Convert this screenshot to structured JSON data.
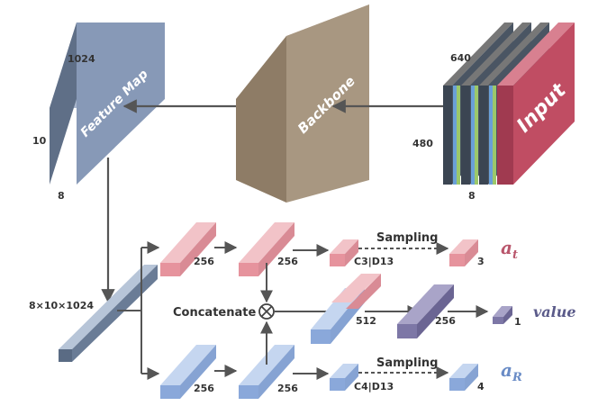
{
  "colors": {
    "pink": "#e79aa3",
    "blue": "#9bb8e3",
    "purple": "#7d77a6",
    "feature_map": "#8799b7",
    "backbone": "#a89781",
    "input": "#c04d63",
    "arrow": "#555555",
    "a_t": "#b9566c",
    "a_R": "#6a8cc6",
    "value": "#5b5b8a"
  },
  "blocks": {
    "feature_map": {
      "label": "Feature Map",
      "dim_w": "1024",
      "dim_h": "10",
      "dim_d": "8"
    },
    "backbone": {
      "label": "Backbone"
    },
    "input": {
      "label": "Input",
      "dim_w": "640",
      "dim_h": "480",
      "dim_d": "8"
    }
  },
  "flattened": {
    "label": "8×10×1024"
  },
  "branch_top": {
    "fc1_label": "256",
    "fc2_label": "256",
    "head_label": "C3|D13",
    "sampling_label": "Sampling",
    "out_label": "3",
    "output_name": "a",
    "output_sub": "t"
  },
  "branch_mid": {
    "concat_label": "Concatenate",
    "fc1_label": "512",
    "fc2_label": "256",
    "out_label": "1",
    "output_name": "value"
  },
  "branch_bot": {
    "fc1_label": "256",
    "fc2_label": "256",
    "head_label": "C4|D13",
    "sampling_label": "Sampling",
    "out_label": "4",
    "output_name": "a",
    "output_sub": "R"
  }
}
